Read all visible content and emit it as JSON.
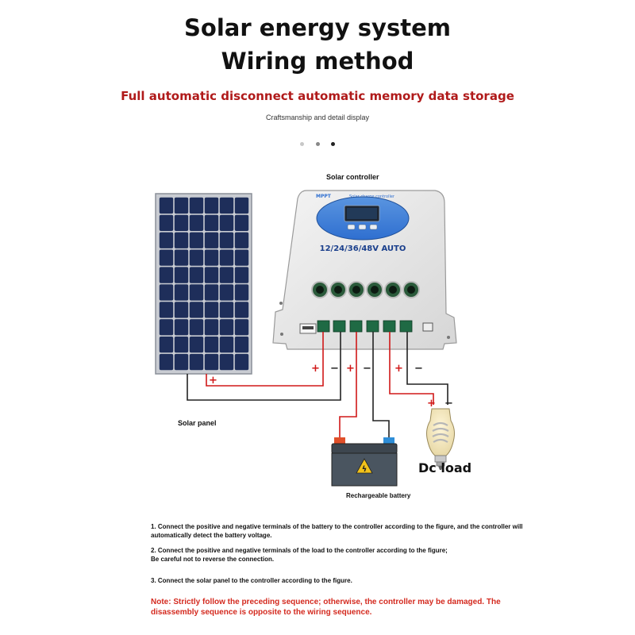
{
  "header": {
    "title_line1": "Solar energy system",
    "title_line2": "Wiring method",
    "subtitle": "Full automatic disconnect automatic memory data storage",
    "caption": "Craftsmanship and detail display",
    "dots": [
      "inactive",
      "inactive",
      "active"
    ]
  },
  "diagram": {
    "controller_label": "Solar controller",
    "controller_brand": "MPPT",
    "controller_model": "Solar charge controller",
    "controller_voltage": "12/24/36/48V AUTO",
    "panel_label": "Solar panel",
    "battery_label": "Rechargeable battery",
    "load_label": "Dc load",
    "signs": [
      "+",
      "−",
      "+",
      "−",
      "+",
      "−",
      "+",
      "+",
      "−"
    ]
  },
  "notes": {
    "step1": "1. Connect the positive and negative terminals of the battery to the controller according to the figure, and the controller will automatically detect the battery voltage.",
    "step2": "2. Connect the positive and negative terminals of the load to the controller according to the figure; Be careful not to reverse the connection.",
    "step3": "3. Connect the solar panel to the controller according to the figure.",
    "warning": "Note: Strictly follow the preceding sequence; otherwise, the controller may be damaged. The disassembly sequence is opposite to the wiring sequence."
  },
  "colors": {
    "subtitle": "#b01a1a",
    "warning": "#d42a1f",
    "positive_wire": "#d01818",
    "negative_wire": "#222222",
    "panel_cell": "#1e2e5a",
    "battery_body": "#4a5560",
    "battery_pos_terminal": "#e0502a",
    "battery_neg_terminal": "#2f8ed8",
    "screen_blue": "#2f6fd0"
  }
}
